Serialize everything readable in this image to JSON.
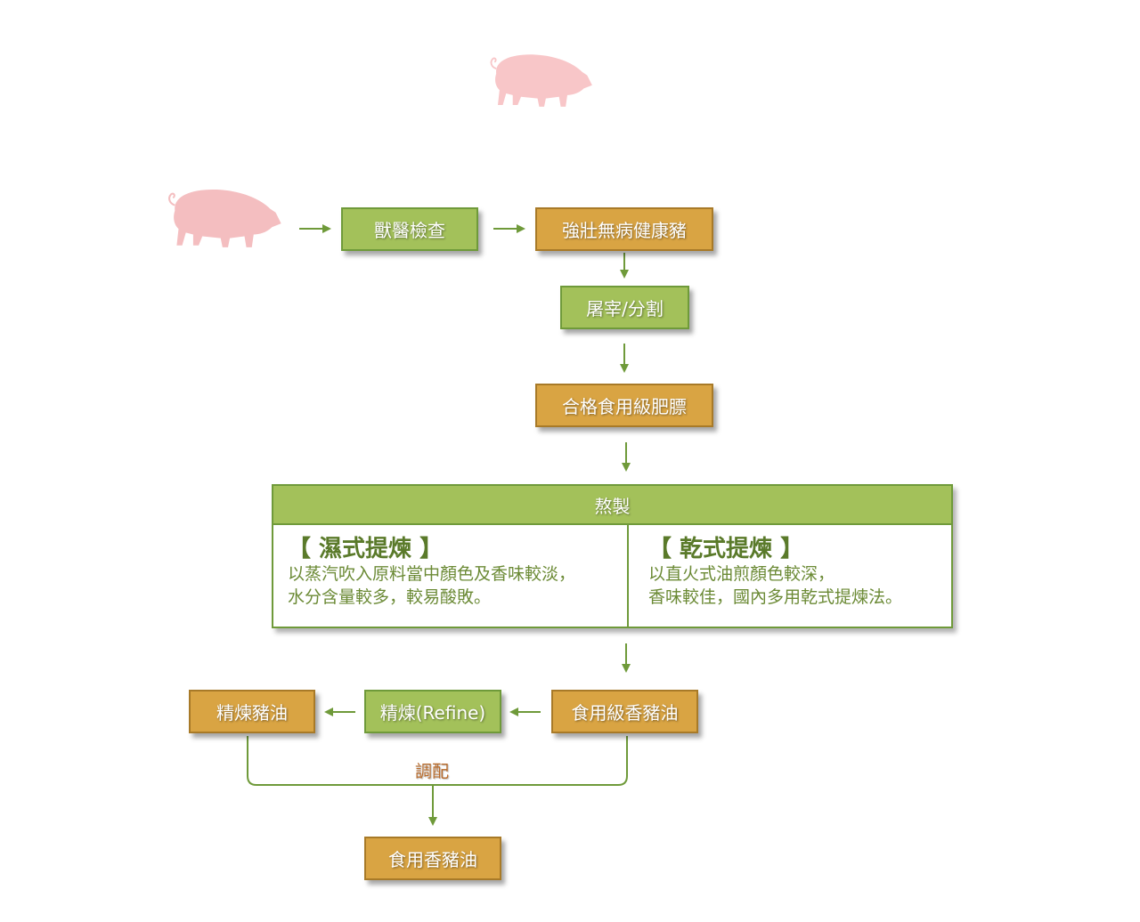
{
  "colors": {
    "green": "#a3c15a",
    "gold": "#d9a443",
    "arrow": "#6f9a3a",
    "pig": "#f4bec0",
    "mix": "#b86a2a"
  },
  "icons": {
    "pig_top": "pig-icon",
    "pig_left": "pig-icon"
  },
  "nodes": {
    "vet_check": "獸醫檢查",
    "healthy_pig": "強壯無病健康豬",
    "slaughter": "屠宰/分割",
    "qualified_fat": "合格食用級肥膘",
    "edible_lard": "食用級香豬油",
    "refine": "精煉(Refine)",
    "refined_lard": "精煉豬油",
    "final_lard": "食用香豬油"
  },
  "process": {
    "title": "熬製",
    "wet": {
      "title": "【 濕式提煉 】",
      "line1": "以蒸汽吹入原料當中顏色及香味較淡，",
      "line2": "水分含量較多，較易酸敗。"
    },
    "dry": {
      "title": "【 乾式提煉 】",
      "line1": "以直火式油煎顏色較深，",
      "line2": "香味較佳，國內多用乾式提煉法。"
    }
  },
  "mix_label": "調配"
}
